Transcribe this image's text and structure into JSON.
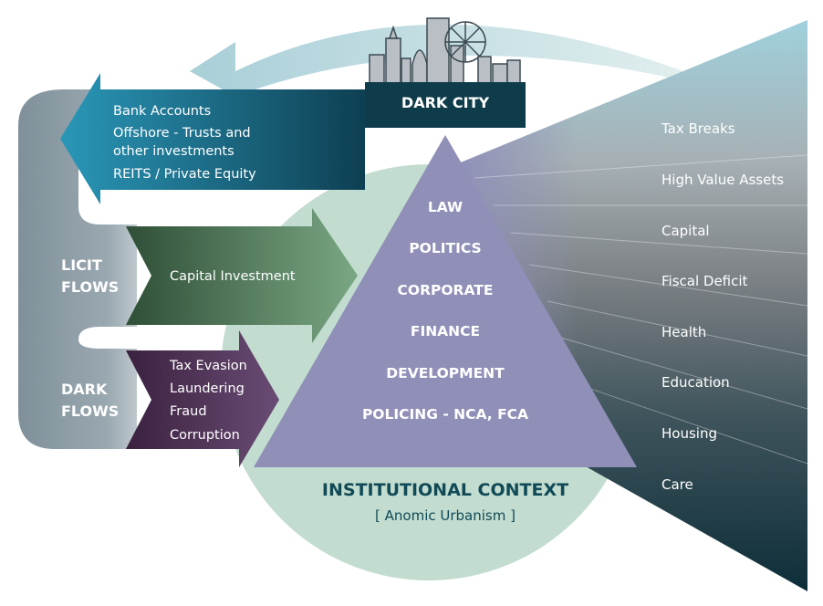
{
  "dark_city": {
    "title": "DARK CITY"
  },
  "bank_arrow": {
    "items": [
      "Bank Accounts",
      "Offshore - Trusts and",
      "other investments",
      "REITS / Private Equity"
    ]
  },
  "licit_flows": {
    "label_line1": "LICIT",
    "label_line2": "FLOWS",
    "arrow_text": "Capital Investment"
  },
  "dark_flows": {
    "label_line1": "DARK",
    "label_line2": "FLOWS",
    "items": [
      "Tax Evasion",
      "Laundering",
      "Fraud",
      "Corruption"
    ]
  },
  "pyramid": {
    "levels": [
      "LAW",
      "POLITICS",
      "CORPORATE",
      "FINANCE",
      "DEVELOPMENT",
      "POLICING - NCA, FCA"
    ]
  },
  "fan": {
    "items": [
      "Tax Breaks",
      "High Value Assets",
      "Capital",
      "Fiscal Deficit",
      "Health",
      "Education",
      "Housing",
      "Care"
    ]
  },
  "context": {
    "title": "INSTITUTIONAL CONTEXT",
    "subtitle": "[ Anomic Urbanism ]"
  },
  "colors": {
    "circle": "#c2dccf",
    "pyramid": "#8f8fb8",
    "bank_arrow": "#1d6f8c",
    "licit_arrow": "#4d7a5b",
    "dark_arrow": "#4a2d50",
    "loop": "#8a9aa3",
    "dark_city_box": "#0f3c4a",
    "return_arrow": "#d6e8e6"
  }
}
